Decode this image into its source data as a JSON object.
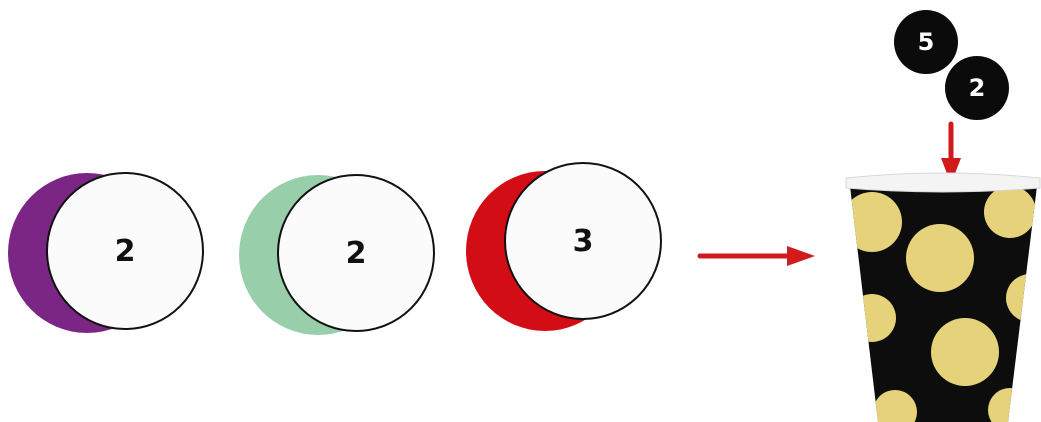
{
  "tokens": [
    {
      "value": "2",
      "color": "#7b2585"
    },
    {
      "value": "2",
      "color": "#98cfaa"
    },
    {
      "value": "3",
      "color": "#d20d16"
    }
  ],
  "balls": [
    {
      "value": "5",
      "color": "#0b0b0b"
    },
    {
      "value": "2",
      "color": "#0b0b0b"
    }
  ],
  "arrow_color": "#d01a1c",
  "cup": {
    "body_color": "#0d0d0d",
    "dot_color": "#e6d27a",
    "rim_color": "#f4f4f4"
  }
}
